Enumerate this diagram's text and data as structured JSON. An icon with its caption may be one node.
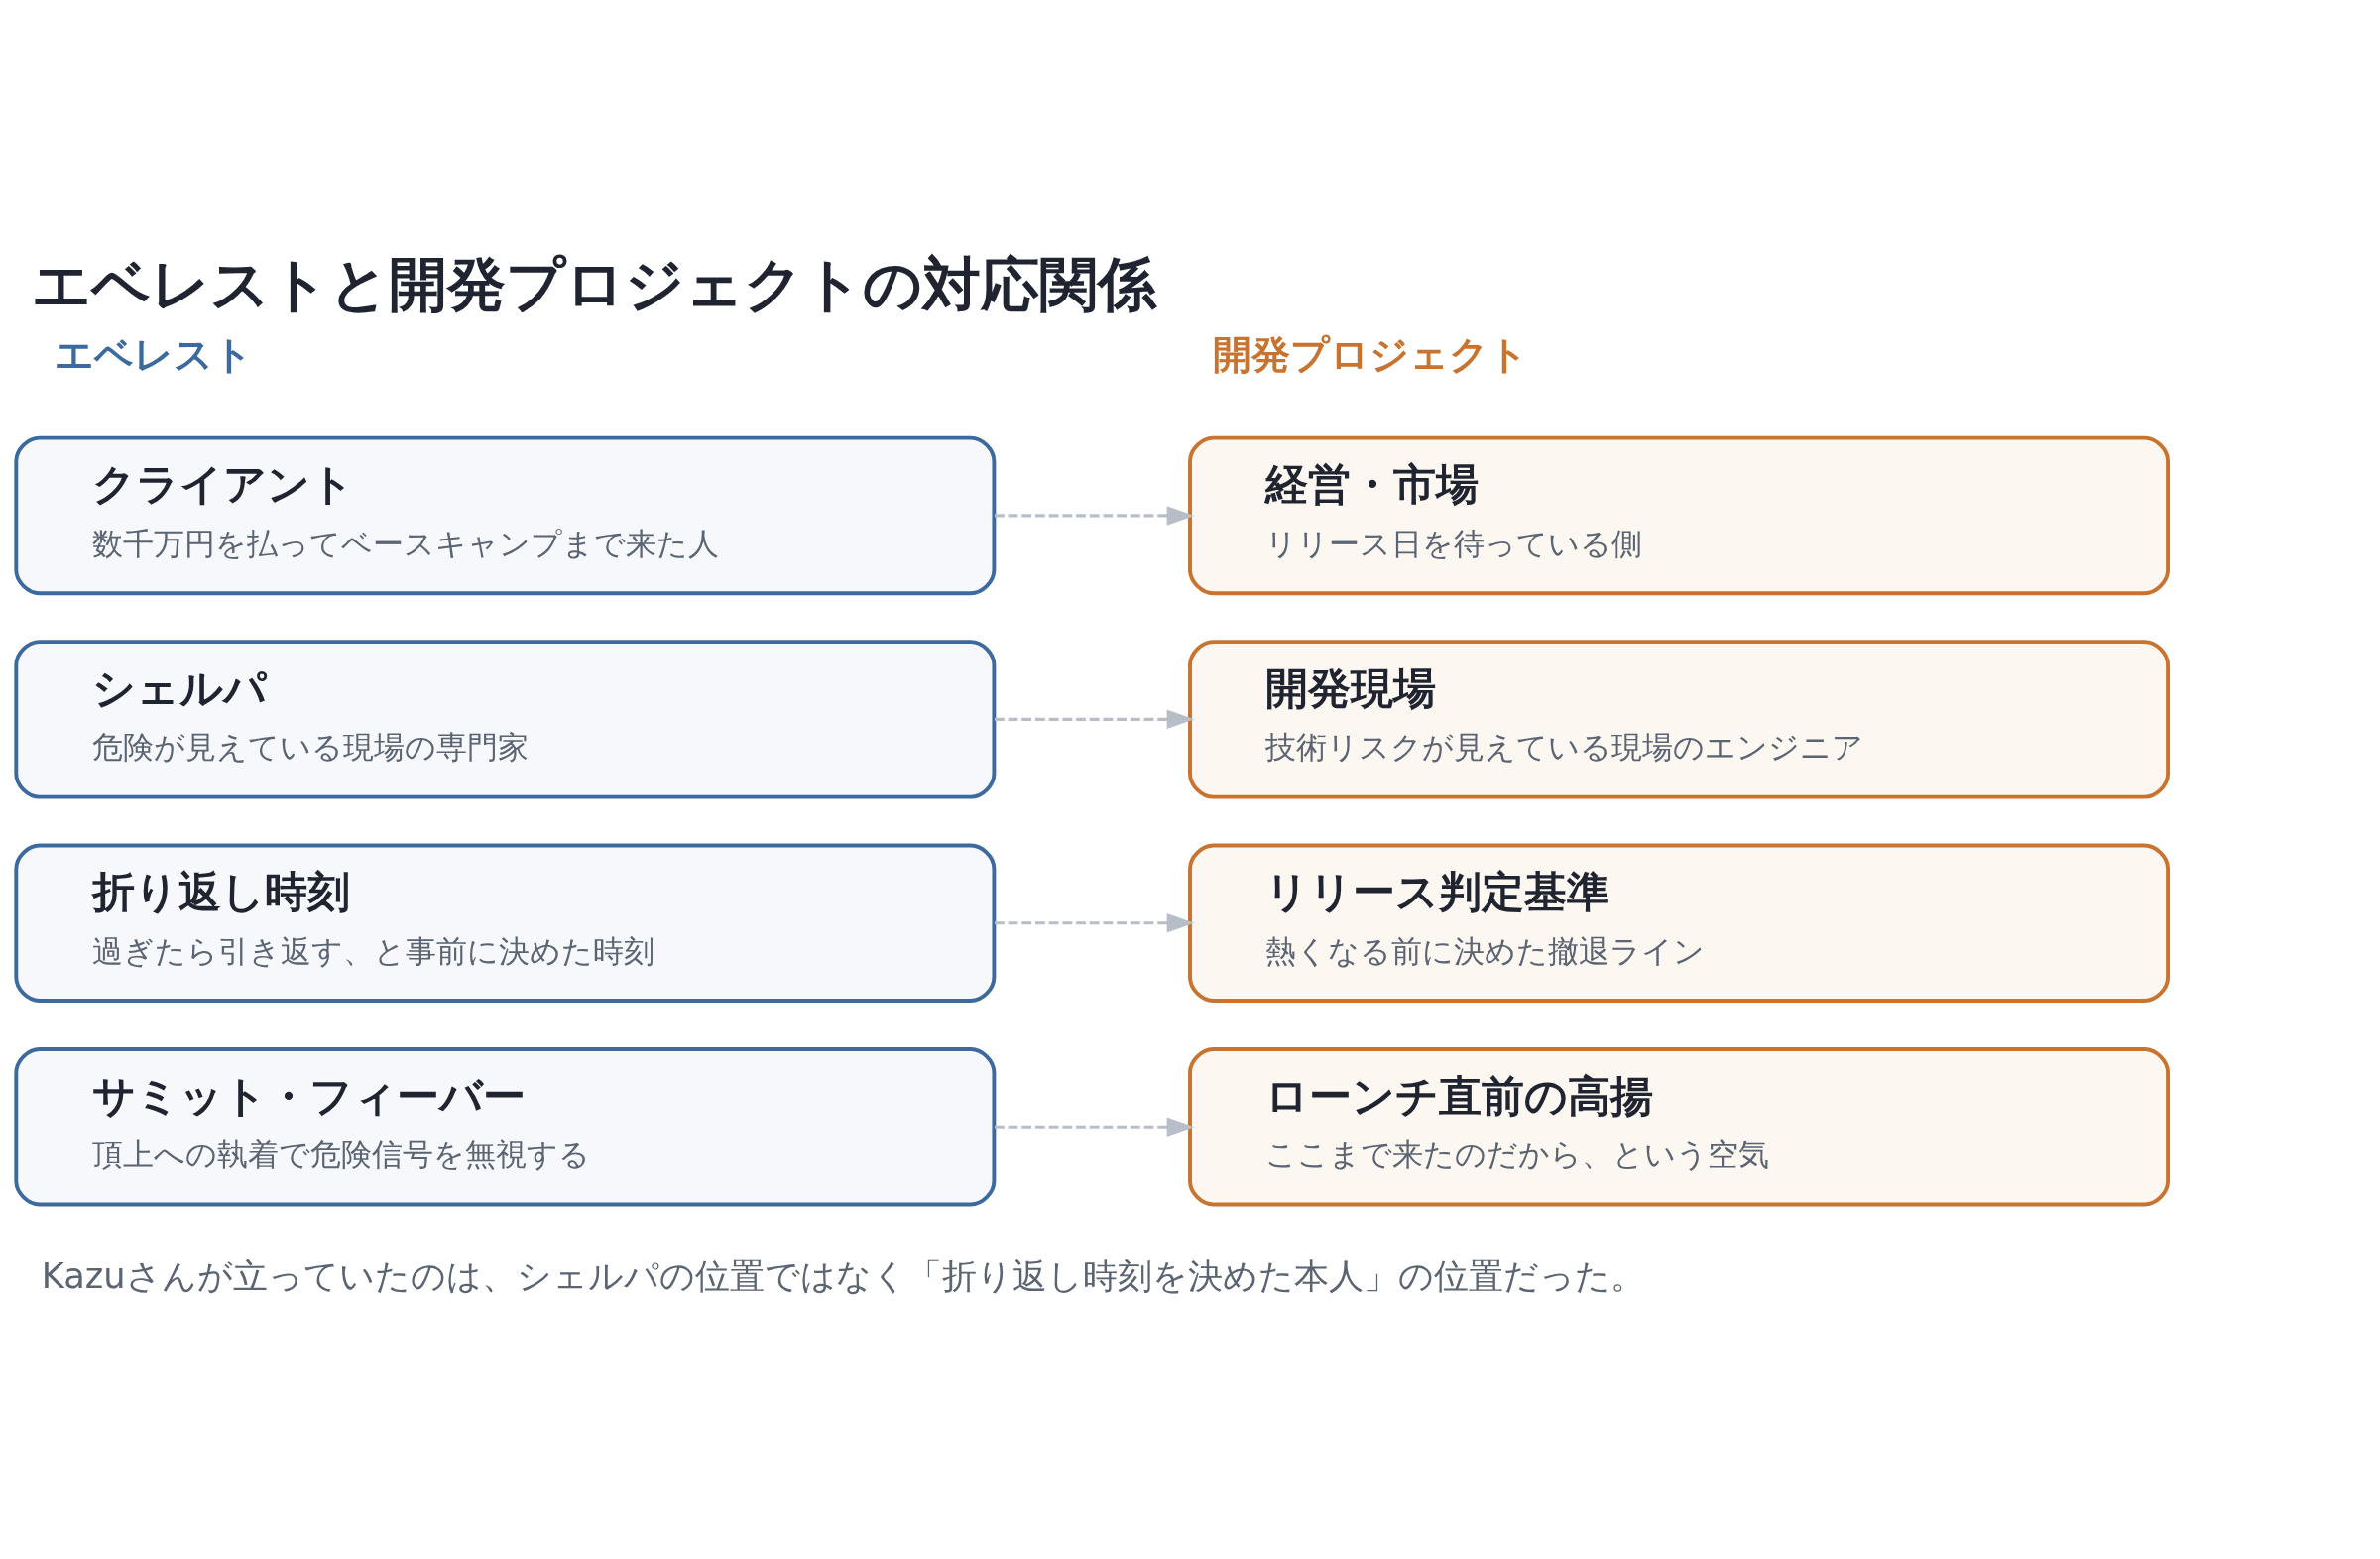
{
  "diagram": {
    "title": "エベレストと開発プロジェクトの対応関係",
    "caption": "Kazuさんが立っていたのは、シェルパの位置ではなく「折り返し時刻を決めた本人」の位置だった。",
    "nodes": [
      {
        "text": [
          "クライアント",
          "数千万円を払ってベースキャンプまで来た人"
        ]
      },
      {
        "text": [
          "経営・市場",
          "リリース日を待っている側"
        ]
      },
      {
        "text": [
          "シェルパ",
          "危険が見えている現場の専門家"
        ]
      },
      {
        "text": [
          "開発現場",
          "技術リスクが見えている現場のエンジニア"
        ]
      },
      {
        "text": [
          "折り返し時刻",
          "過ぎたら引き返す、と事前に決めた時刻"
        ]
      },
      {
        "text": [
          "リリース判定基準",
          "熱くなる前に決めた撤退ライン"
        ]
      },
      {
        "text": [
          "サミット・フィーバー",
          "頂上への執着で危険信号を無視する"
        ]
      },
      {
        "text": [
          "ローンチ直前の高揚",
          "ここまで来たのだから、という空気"
        ]
      }
    ],
    "edges": [
      {
        "from": 0,
        "to": 1,
        "arrow": "to",
        "style": "dashed"
      },
      {
        "from": 2,
        "to": 3,
        "arrow": "to",
        "style": "dashed"
      },
      {
        "from": 4,
        "to": 5,
        "arrow": "to",
        "style": "dashed"
      },
      {
        "from": 6,
        "to": 7,
        "arrow": "to",
        "style": "dashed"
      }
    ],
    "labels": [
      "エベレスト",
      "開発プロジェクト"
    ]
  }
}
